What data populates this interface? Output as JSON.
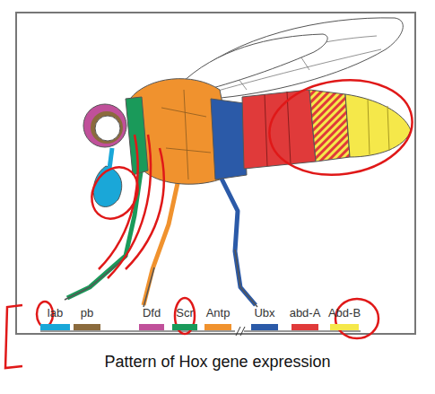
{
  "diagram": {
    "caption": "Pattern of Hox gene expression",
    "legend": [
      {
        "text": "lab",
        "color": "#1aa7d8"
      },
      {
        "text": "pb",
        "color": "#8b6b3d"
      },
      {
        "text": "Dfd",
        "color": "#c0509a"
      },
      {
        "text": "Scr",
        "color": "#1a9a5a"
      },
      {
        "text": "Antp",
        "color": "#f0922e"
      },
      {
        "text": "Ubx",
        "color": "#2b5aa8"
      },
      {
        "text": "abd-A",
        "color": "#e03a3a"
      },
      {
        "text": "Abd-B",
        "color": "#f5e84a"
      }
    ]
  }
}
